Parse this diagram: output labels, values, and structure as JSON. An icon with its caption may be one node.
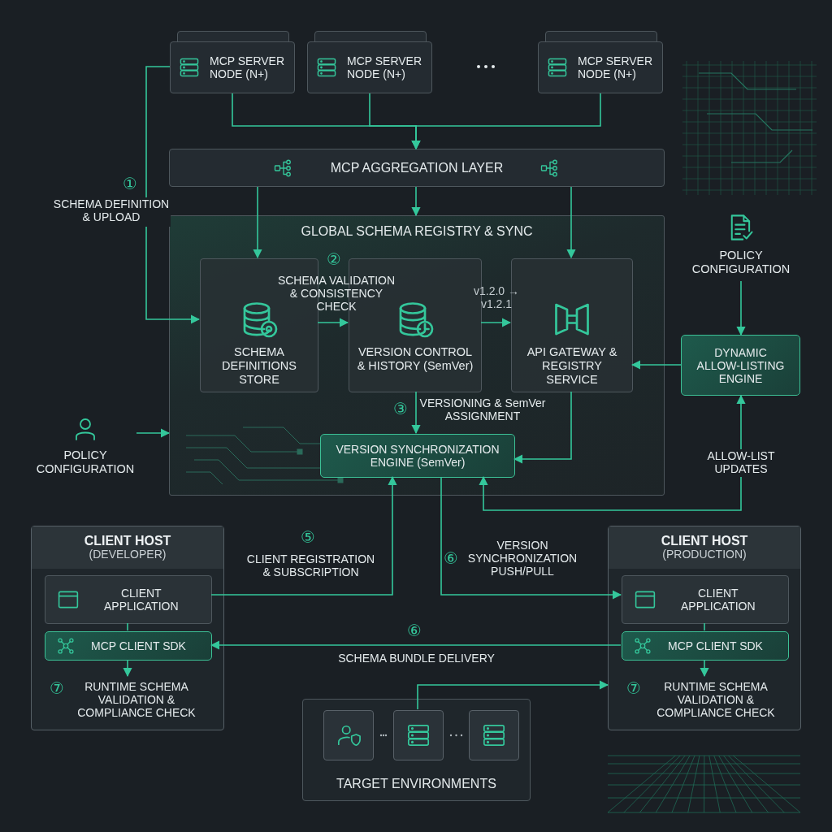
{
  "diagram": {
    "nodes": [
      {
        "text": [
          "MCP SERVER NODE (N+)"
        ]
      },
      {
        "text": [
          "MCP SERVER NODE (N+)"
        ]
      },
      {
        "text": [
          "MCP SERVER NODE (N+)"
        ]
      },
      {
        "text": [
          "MCP AGGREGATION LAYER"
        ]
      },
      {
        "text": [
          "GLOBAL SCHEMA REGISTRY & SYNC"
        ]
      },
      {
        "text": [
          "SCHEMA DEFINITIONS STORE"
        ],
        "in": 4
      },
      {
        "text": [
          "VERSION CONTROL & HISTORY (SemVer)"
        ],
        "in": 4
      },
      {
        "text": [
          "API GATEWAY & REGISTRY SERVICE"
        ],
        "in": 4
      },
      {
        "text": [
          "VERSION SYNCHRONIZATION ENGINE (SemVer)"
        ],
        "in": 4
      },
      {
        "text": [
          "POLICY CONFIGURATION"
        ]
      },
      {
        "text": [
          "POLICY CONFIGURATION"
        ]
      },
      {
        "text": [
          "DYNAMIC ALLOW-LISTING ENGINE"
        ]
      },
      {
        "text": [
          "CLIENT HOST",
          "(DEVELOPER)"
        ]
      },
      {
        "text": [
          "CLIENT APPLICATION"
        ],
        "in": 12
      },
      {
        "text": [
          "MCP CLIENT SDK"
        ],
        "in": 12
      },
      {
        "text": [
          "⑦",
          "RUNTIME SCHEMA VALIDATION & COMPLIANCE CHECK"
        ],
        "in": 12
      },
      {
        "text": [
          "CLIENT HOST",
          "(PRODUCTION)"
        ]
      },
      {
        "text": [
          "CLIENT APPLICATION"
        ],
        "in": 16
      },
      {
        "text": [
          "MCP CLIENT SDK"
        ],
        "in": 16
      },
      {
        "text": [
          "⑦",
          "RUNTIME SCHEMA VALIDATION & COMPLIANCE CHECK"
        ],
        "in": 16
      },
      {
        "text": [
          "TARGET ENVIRONMENTS"
        ]
      },
      {
        "text": [],
        "shape": "box",
        "in": 20
      },
      {
        "text": [],
        "shape": "box",
        "in": 20
      },
      {
        "text": [],
        "shape": "box",
        "in": 20
      }
    ],
    "edges": [
      {
        "from": 0,
        "to": 3,
        "arrow": "to"
      },
      {
        "from": 1,
        "to": 3,
        "arrow": "to"
      },
      {
        "from": 2,
        "to": 3,
        "arrow": "to"
      },
      {
        "from": 0,
        "to": 5,
        "arrow": "to",
        "label": "SCHEMA DEFINITION & UPLOAD"
      },
      {
        "from": 3,
        "to": 5,
        "arrow": "to"
      },
      {
        "from": 3,
        "to": 4,
        "arrow": "to"
      },
      {
        "from": 3,
        "to": 7,
        "arrow": "to"
      },
      {
        "from": 5,
        "to": 6,
        "arrow": "to",
        "label": "SCHEMA VALIDATION & CONSISTENCY CHECK"
      },
      {
        "from": 6,
        "to": 7,
        "arrow": "to",
        "label": "v1.2.0 → v1.2.1"
      },
      {
        "from": 6,
        "to": 8,
        "arrow": "to",
        "label": "VERSIONING & SemVer ASSIGNMENT"
      },
      {
        "from": 7,
        "to": 8,
        "arrow": "to"
      },
      {
        "from": 9,
        "to": 4,
        "arrow": "to"
      },
      {
        "from": 10,
        "to": 11,
        "arrow": "to"
      },
      {
        "from": 11,
        "to": 7,
        "arrow": "to"
      },
      {
        "from": 8,
        "to": 11,
        "arrow": "both",
        "label": "ALLOW-LIST UPDATES"
      },
      {
        "from": 13,
        "to": 8,
        "arrow": "to",
        "label": "CLIENT REGISTRATION & SUBSCRIPTION"
      },
      {
        "from": 8,
        "to": 17,
        "arrow": "to",
        "label": "VERSION SYNCHRONIZATION PUSH/PULL"
      },
      {
        "from": 18,
        "to": 14,
        "arrow": "to",
        "label": "SCHEMA BUNDLE DELIVERY"
      },
      {
        "from": 13,
        "to": 14,
        "arrow": "none"
      },
      {
        "from": 14,
        "to": 15,
        "arrow": "to"
      },
      {
        "from": 17,
        "to": 18,
        "arrow": "none"
      },
      {
        "from": 18,
        "to": 19,
        "arrow": "to"
      },
      {
        "from": 22,
        "to": 16,
        "arrow": "to"
      }
    ],
    "labels": [
      "①",
      "②",
      "③",
      "⑤",
      "⑥",
      "⑥"
    ]
  }
}
